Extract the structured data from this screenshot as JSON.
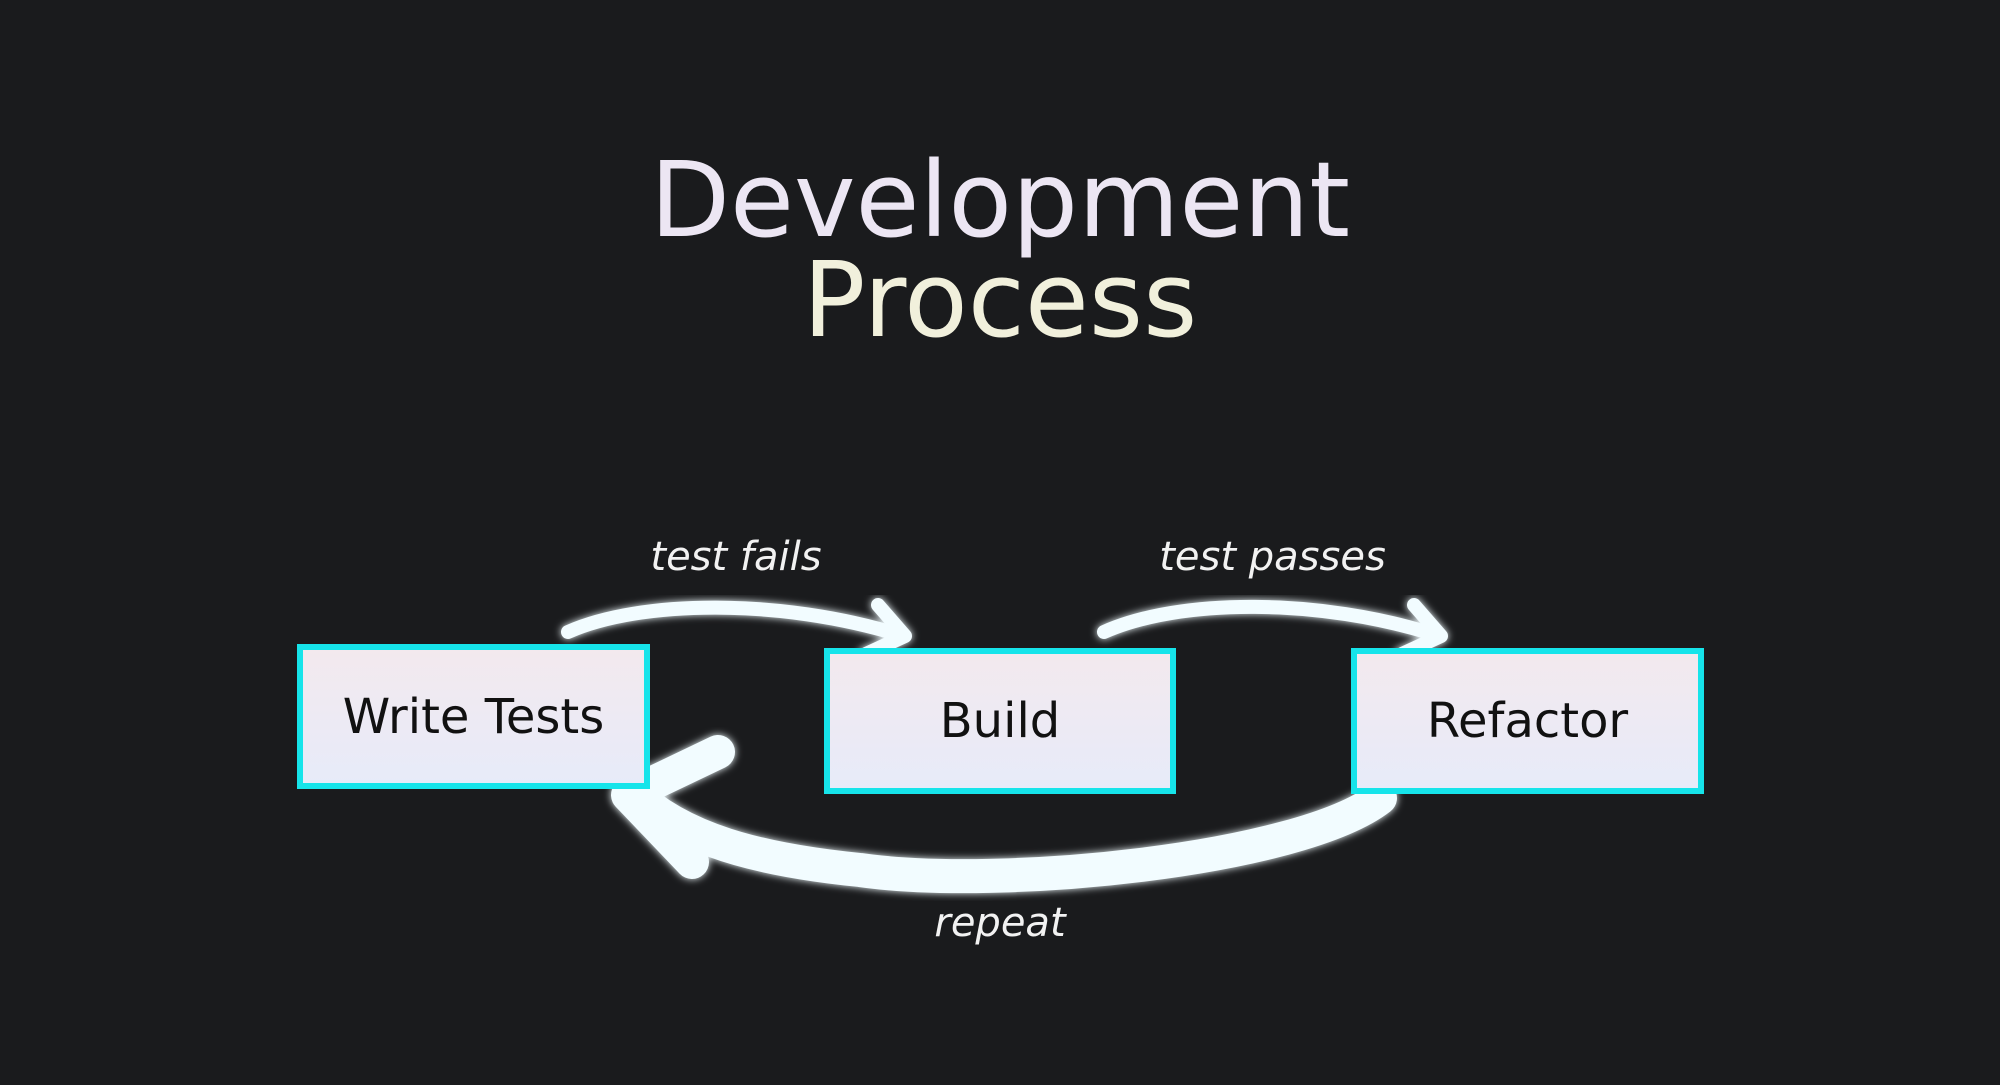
{
  "title": {
    "line1": "Development",
    "line2": "Process"
  },
  "steps": {
    "write_tests": "Write Tests",
    "build": "Build",
    "refactor": "Refactor"
  },
  "transitions": {
    "write_to_build": "test fails",
    "build_to_refactor": "test passes",
    "refactor_to_write": "repeat"
  },
  "colors": {
    "background": "#1a1b1d",
    "box_border": "#16e4ea",
    "arrow": "#f2fcff",
    "text": "#f2f2f2"
  }
}
